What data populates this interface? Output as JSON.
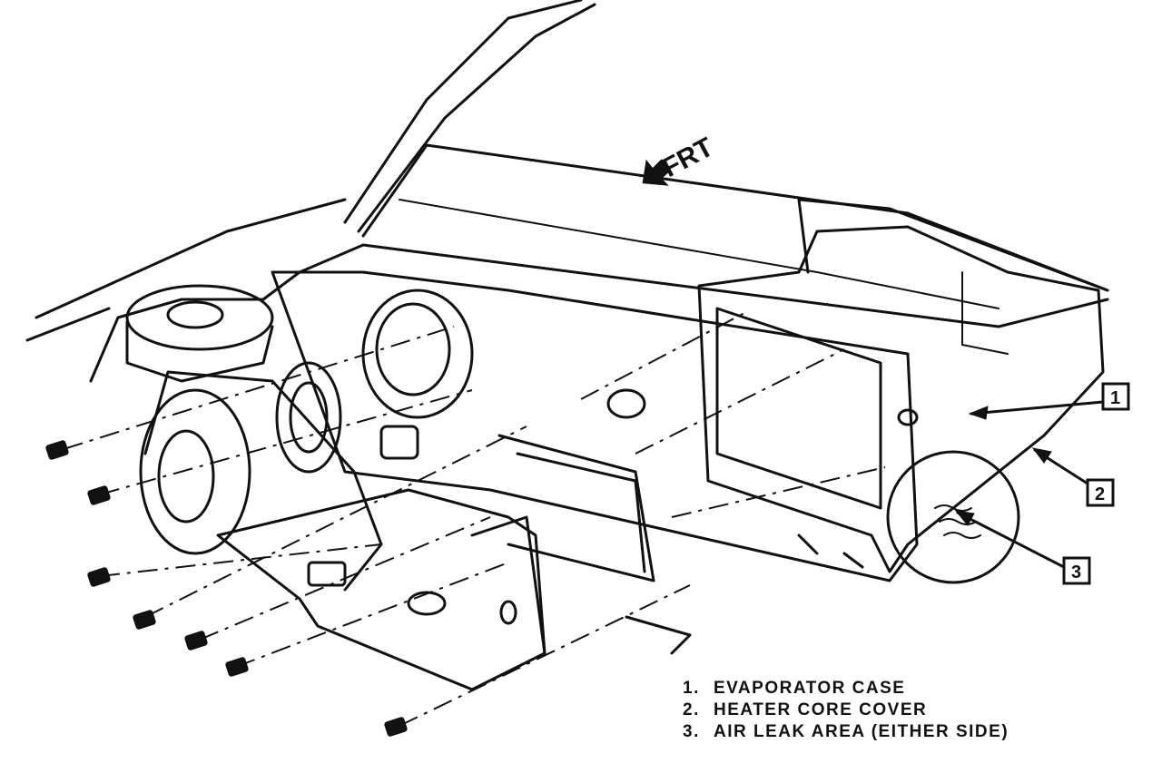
{
  "orientation_label": "FRT",
  "callouts": [
    {
      "number": "1"
    },
    {
      "number": "2"
    },
    {
      "number": "3"
    }
  ],
  "legend": [
    {
      "number": "1.",
      "text": "EVAPORATOR CASE"
    },
    {
      "number": "2.",
      "text": "HEATER CORE COVER"
    },
    {
      "number": "3.",
      "text": "AIR LEAK AREA (EITHER SIDE)"
    }
  ]
}
